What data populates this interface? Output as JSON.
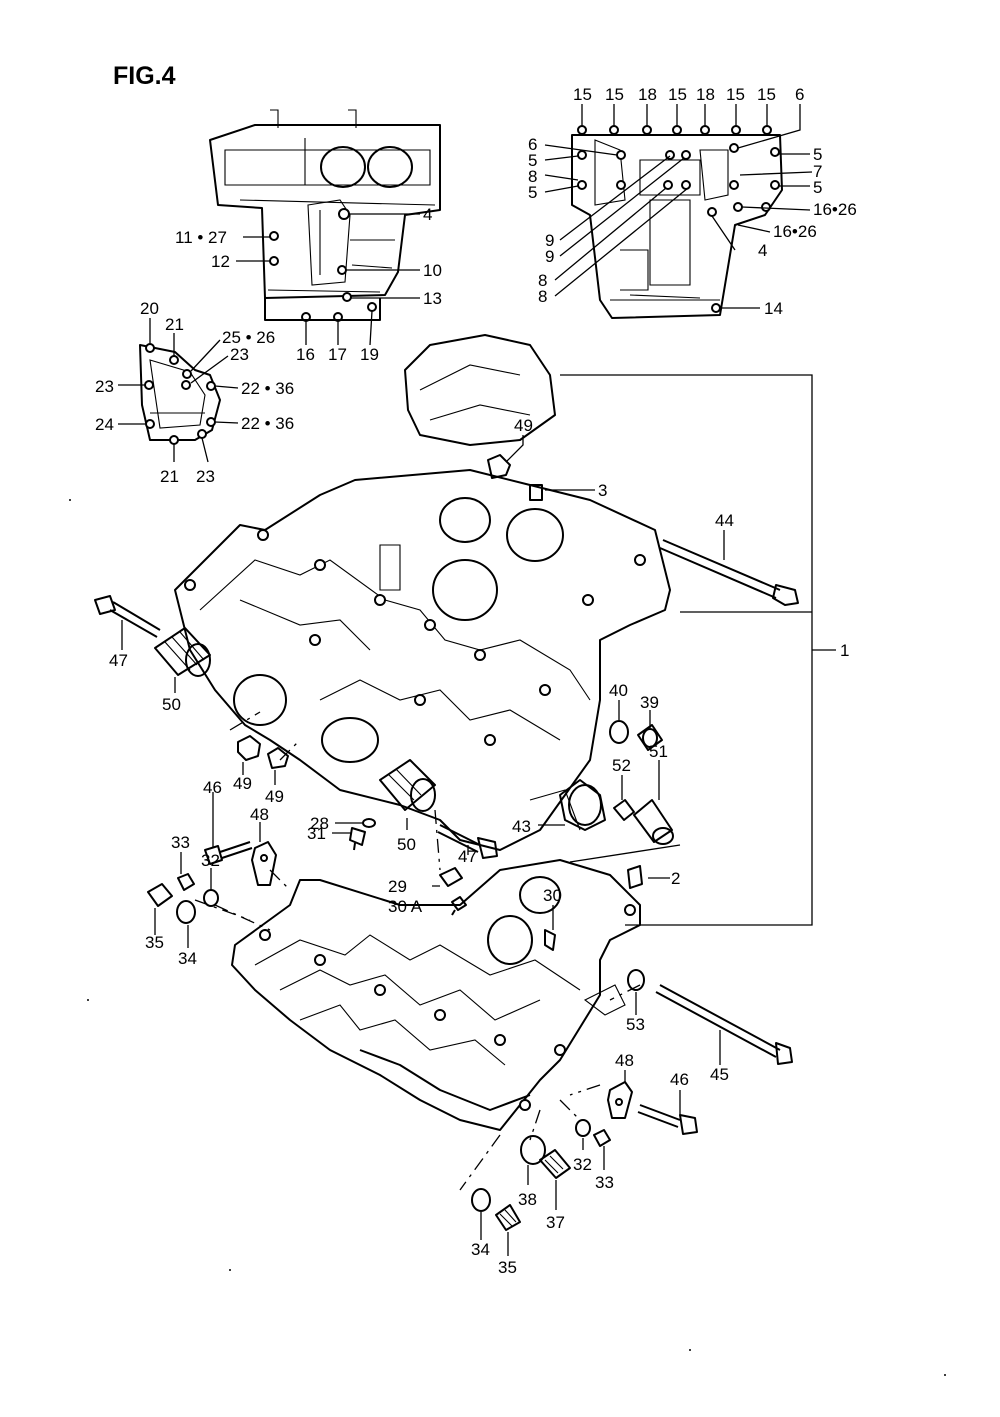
{
  "figure": {
    "title": "FIG.4"
  },
  "labels": {
    "l1": "1",
    "l2": "2",
    "l3": "3",
    "l4a": "4",
    "l4b": "4",
    "l5a": "5",
    "l5b": "5",
    "l5c": "5",
    "l5d": "5",
    "l6a": "6",
    "l6b": "6",
    "l7": "7",
    "l8a": "8",
    "l8b": "8",
    "l8c": "8",
    "l9a": "9",
    "l9b": "9",
    "l10": "10",
    "l11_27": "11 • 27",
    "l12": "12",
    "l13": "13",
    "l14": "14",
    "l15a": "15",
    "l15b": "15",
    "l15c": "15",
    "l15d": "15",
    "l15e": "15",
    "l16": "16",
    "l16_26a": "16•26",
    "l16_26b": "16•26",
    "l17": "17",
    "l18a": "18",
    "l18b": "18",
    "l19": "19",
    "l20": "20",
    "l21a": "21",
    "l21b": "21",
    "l22_36a": "22 • 36",
    "l22_36b": "22 • 36",
    "l23a": "23",
    "l23b": "23",
    "l23c": "23",
    "l24": "24",
    "l25_26": "25 • 26",
    "l28": "28",
    "l29": "29",
    "l30": "30",
    "l30A": "30 A",
    "l31": "31",
    "l32a": "32",
    "l32b": "32",
    "l33a": "33",
    "l33b": "33",
    "l34a": "34",
    "l34b": "34",
    "l35a": "35",
    "l35b": "35",
    "l37": "37",
    "l38": "38",
    "l39": "39",
    "l40": "40",
    "l43": "43",
    "l44": "44",
    "l45": "45",
    "l46a": "46",
    "l46b": "46",
    "l47a": "47",
    "l47b": "47",
    "l48a": "48",
    "l48b": "48",
    "l49a": "49",
    "l49b": "49",
    "l49c": "49",
    "l50a": "50",
    "l50b": "50",
    "l51": "51",
    "l52": "52",
    "l53": "53"
  }
}
